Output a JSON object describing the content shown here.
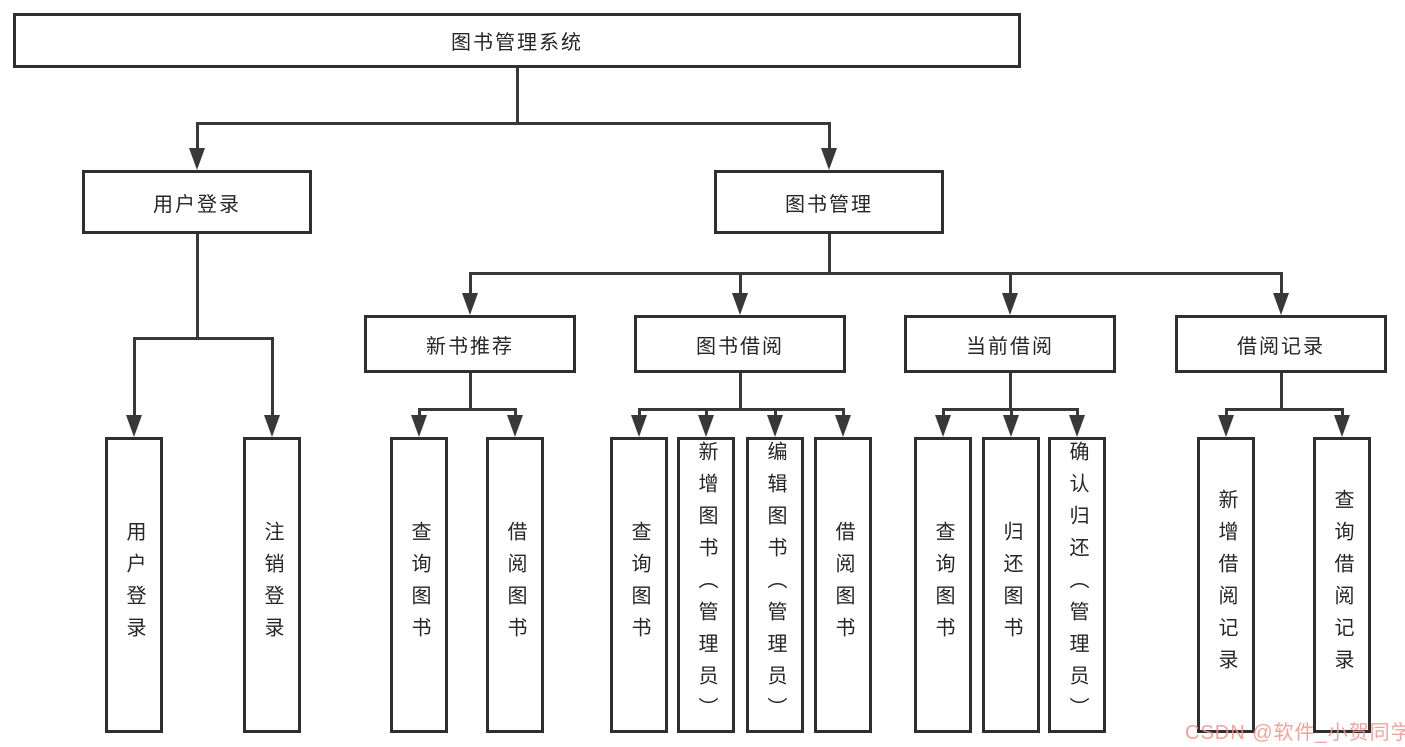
{
  "diagram_title": "图书管理系统",
  "colors": {
    "line": "#383838",
    "border": "#2f2f2f",
    "text": "#262626",
    "watermark": "#ef948c"
  },
  "tree": {
    "root": {
      "label": "图书管理系统"
    },
    "level2": [
      {
        "label": "用户登录"
      },
      {
        "label": "图书管理"
      }
    ],
    "level3": [
      {
        "label": "新书推荐"
      },
      {
        "label": "图书借阅"
      },
      {
        "label": "当前借阅"
      },
      {
        "label": "借阅记录"
      }
    ],
    "leaves": {
      "login": [
        {
          "label": "用户登录"
        },
        {
          "label": "注销登录"
        }
      ],
      "recommend": [
        {
          "label": "查询图书"
        },
        {
          "label": "借阅图书"
        }
      ],
      "borrow": [
        {
          "label": "查询图书"
        },
        {
          "label": "新增图书（管理员）"
        },
        {
          "label": "编辑图书（管理员）"
        },
        {
          "label": "借阅图书"
        }
      ],
      "current": [
        {
          "label": "查询图书"
        },
        {
          "label": "归还图书"
        },
        {
          "label": "确认归还（管理员）"
        }
      ],
      "records": [
        {
          "label": "新增借阅记录"
        },
        {
          "label": "查询借阅记录"
        }
      ]
    }
  },
  "watermark": {
    "text": "CSDN @软件_小贺同学"
  }
}
